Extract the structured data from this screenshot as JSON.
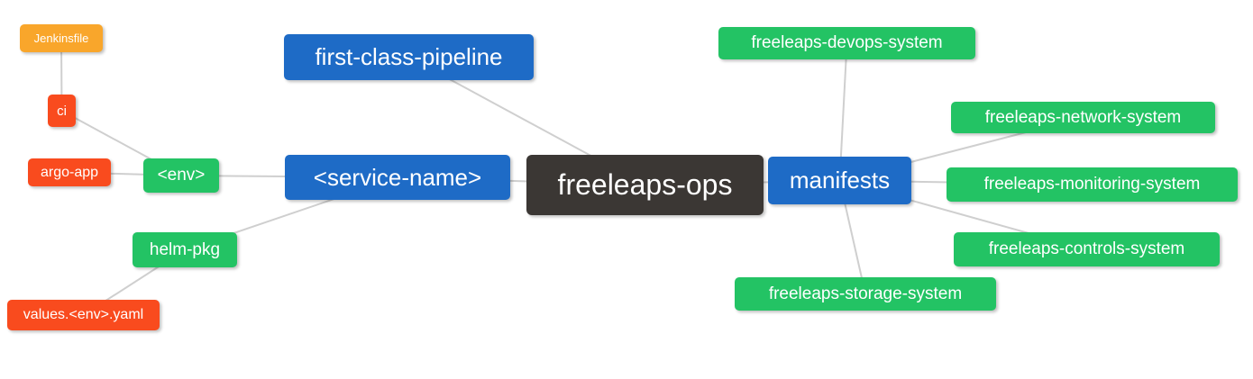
{
  "diagram": {
    "type": "mindmap",
    "root_label": "freeleaps-ops",
    "colors": {
      "root_bg": "#3B3734",
      "branch_bg": "#1E6BC6",
      "green_bg": "#23C364",
      "red_bg": "#F94B1E",
      "orange_bg": "#F9A62B",
      "edge": "#CFCFCF",
      "text": "#FFFFFF"
    },
    "nodes": [
      {
        "id": "jenkinsfile",
        "label": "Jenkinsfile",
        "color": "orange_bg"
      },
      {
        "id": "ci",
        "label": "ci",
        "color": "red_bg"
      },
      {
        "id": "argo-app",
        "label": "argo-app",
        "color": "red_bg"
      },
      {
        "id": "env",
        "label": "<env>",
        "color": "green_bg"
      },
      {
        "id": "first-class-pipeline",
        "label": "first-class-pipeline",
        "color": "branch_bg"
      },
      {
        "id": "service-name",
        "label": "<service-name>",
        "color": "branch_bg"
      },
      {
        "id": "freeleaps-ops",
        "label": "freeleaps-ops",
        "color": "root_bg"
      },
      {
        "id": "manifests",
        "label": "manifests",
        "color": "branch_bg"
      },
      {
        "id": "helm-pkg",
        "label": "helm-pkg",
        "color": "green_bg"
      },
      {
        "id": "values-env-yaml",
        "label": "values.<env>.yaml",
        "color": "red_bg"
      },
      {
        "id": "devops-system",
        "label": "freeleaps-devops-system",
        "color": "green_bg"
      },
      {
        "id": "network-system",
        "label": "freeleaps-network-system",
        "color": "green_bg"
      },
      {
        "id": "monitoring-system",
        "label": "freeleaps-monitoring-system",
        "color": "green_bg"
      },
      {
        "id": "controls-system",
        "label": "freeleaps-controls-system",
        "color": "green_bg"
      },
      {
        "id": "storage-system",
        "label": "freeleaps-storage-system",
        "color": "green_bg"
      }
    ],
    "edges": [
      [
        "jenkinsfile",
        "ci"
      ],
      [
        "ci",
        "env"
      ],
      [
        "argo-app",
        "env"
      ],
      [
        "env",
        "service-name"
      ],
      [
        "helm-pkg",
        "service-name"
      ],
      [
        "values-env-yaml",
        "helm-pkg"
      ],
      [
        "first-class-pipeline",
        "freeleaps-ops"
      ],
      [
        "service-name",
        "freeleaps-ops"
      ],
      [
        "freeleaps-ops",
        "manifests"
      ],
      [
        "manifests",
        "devops-system"
      ],
      [
        "manifests",
        "network-system"
      ],
      [
        "manifests",
        "monitoring-system"
      ],
      [
        "manifests",
        "controls-system"
      ],
      [
        "manifests",
        "storage-system"
      ]
    ]
  }
}
